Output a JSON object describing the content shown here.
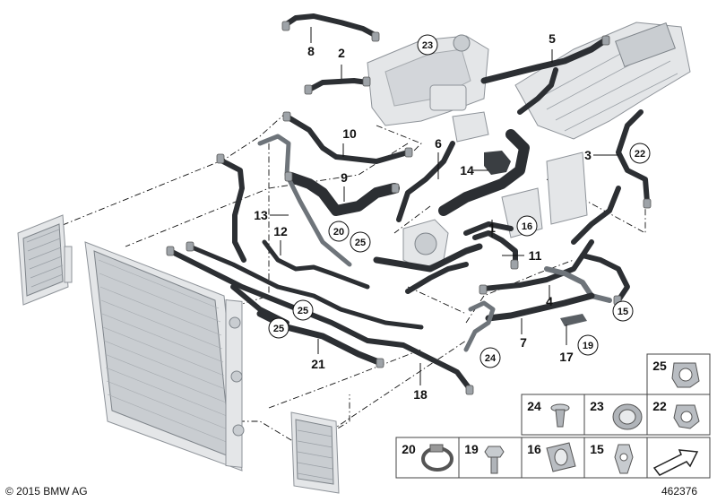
{
  "callouts": [
    {
      "id": "c1",
      "label": "1"
    },
    {
      "id": "c2",
      "label": "2"
    },
    {
      "id": "c3",
      "label": "3"
    },
    {
      "id": "c4",
      "label": "4"
    },
    {
      "id": "c5",
      "label": "5"
    },
    {
      "id": "c6",
      "label": "6"
    },
    {
      "id": "c7",
      "label": "7"
    },
    {
      "id": "c8",
      "label": "8"
    },
    {
      "id": "c9",
      "label": "9"
    },
    {
      "id": "c10",
      "label": "10"
    },
    {
      "id": "c11",
      "label": "11"
    },
    {
      "id": "c12",
      "label": "12"
    },
    {
      "id": "c13",
      "label": "13"
    },
    {
      "id": "c14",
      "label": "14"
    },
    {
      "id": "c17",
      "label": "17"
    },
    {
      "id": "c18",
      "label": "18"
    },
    {
      "id": "c21",
      "label": "21"
    }
  ],
  "circled_callouts": [
    {
      "id": "cc23",
      "label": "23"
    },
    {
      "id": "cc22",
      "label": "22"
    },
    {
      "id": "cc16",
      "label": "16"
    },
    {
      "id": "cc20",
      "label": "20"
    },
    {
      "id": "cc25a",
      "label": "25"
    },
    {
      "id": "cc25b",
      "label": "25"
    },
    {
      "id": "cc25c",
      "label": "25"
    },
    {
      "id": "cc15",
      "label": "15"
    },
    {
      "id": "cc19",
      "label": "19"
    },
    {
      "id": "cc24",
      "label": "24"
    }
  ],
  "legend_cells": [
    {
      "id": "l25",
      "label": "25",
      "icon": "hose-clip-icon"
    },
    {
      "id": "l24",
      "label": "24",
      "icon": "expanding-rivet-icon"
    },
    {
      "id": "l23",
      "label": "23",
      "icon": "hose-coupling-icon"
    },
    {
      "id": "l22",
      "label": "22",
      "icon": "spring-clip-icon"
    },
    {
      "id": "l20",
      "label": "20",
      "icon": "band-clamp-icon"
    },
    {
      "id": "l19",
      "label": "19",
      "icon": "hex-bolt-icon"
    },
    {
      "id": "l16",
      "label": "16",
      "icon": "snap-clip-icon"
    },
    {
      "id": "l15",
      "label": "15",
      "icon": "hose-holder-icon"
    },
    {
      "id": "lnav",
      "label": "",
      "icon": "arrow-nav-icon"
    }
  ],
  "footer": {
    "copyright": "© 2015 BMW AG",
    "diagram_number": "462376"
  }
}
